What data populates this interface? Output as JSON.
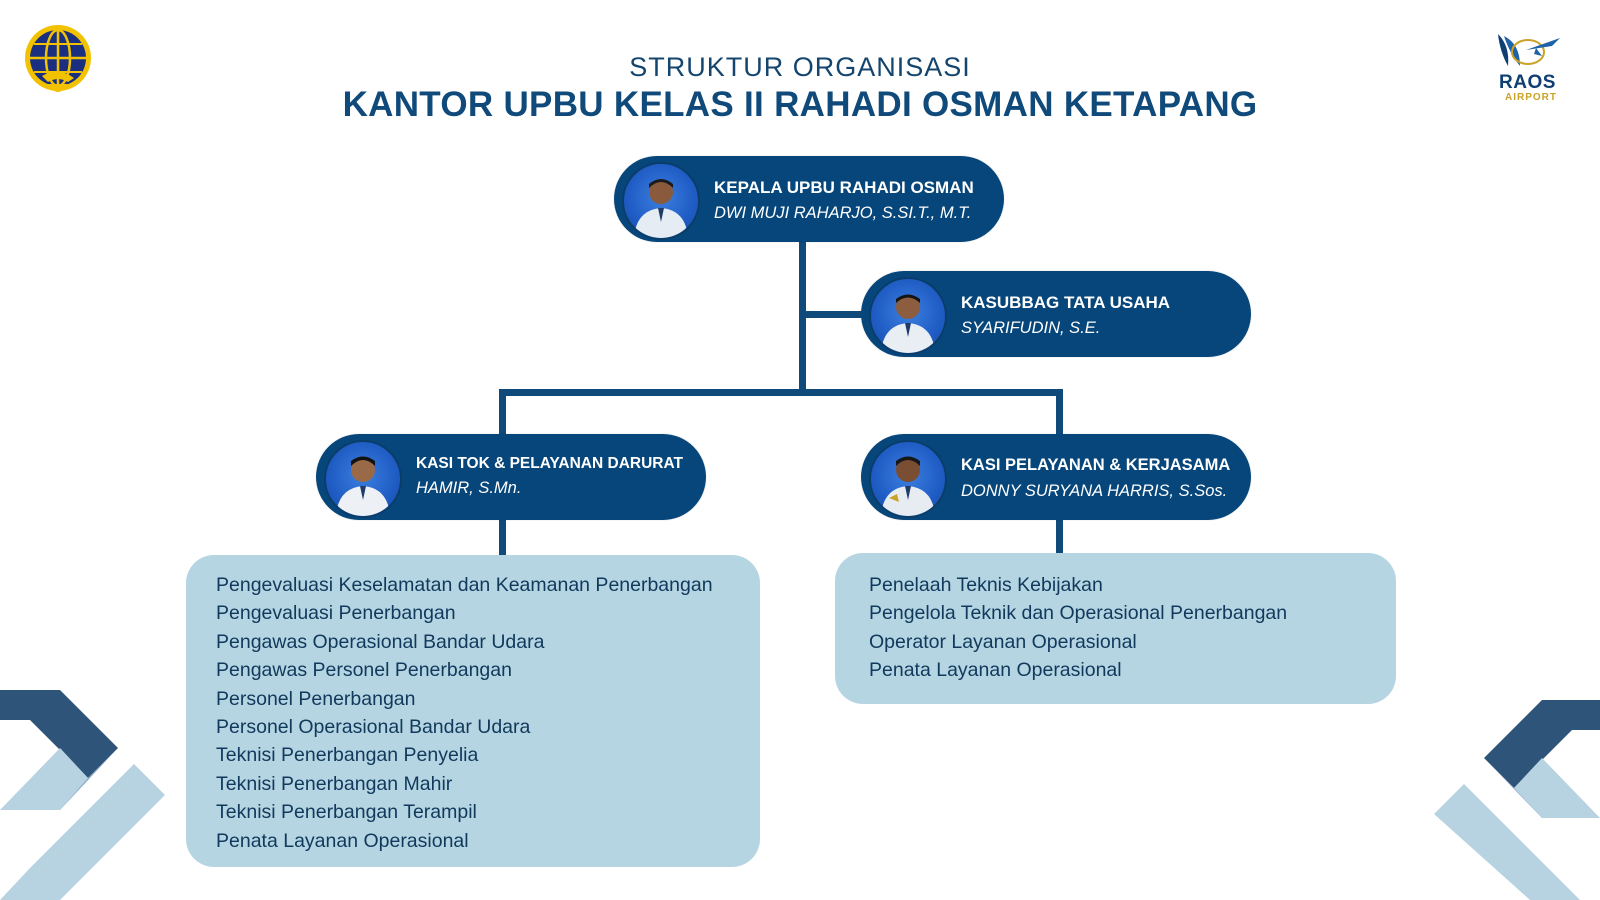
{
  "header": {
    "subtitle": "STRUKTUR ORGANISASI",
    "title": "KANTOR UPBU KELAS II RAHADI OSMAN KETAPANG"
  },
  "logos": {
    "left": {
      "icon": "ministry-emblem-icon"
    },
    "right": {
      "icon": "raos-airport-logo-icon",
      "word": "RAOS",
      "sub": "AIRPORT"
    }
  },
  "nodes": {
    "head": {
      "role": "KEPALA UPBU RAHADI OSMAN",
      "name": "DWI MUJI RAHARJO, S.SI.T., M.T."
    },
    "admin": {
      "role": "KASUBBAG TATA USAHA",
      "name": "SYARIFUDIN, S.E."
    },
    "tok": {
      "role": "KASI TOK & PELAYANAN DARURAT",
      "name": "HAMIR, S.Mn."
    },
    "service": {
      "role": "KASI PELAYANAN & KERJASAMA",
      "name": "DONNY SURYANA HARRIS, S.Sos."
    }
  },
  "lists": {
    "tok": [
      "Pengevaluasi Keselamatan dan Keamanan Penerbangan",
      "Pengevaluasi Penerbangan",
      "Pengawas Operasional Bandar Udara",
      "Pengawas Personel Penerbangan",
      "Personel Penerbangan",
      "Personel Operasional Bandar Udara",
      "Teknisi Penerbangan Penyelia",
      "Teknisi Penerbangan Mahir",
      "Teknisi Penerbangan Terampil",
      "Penata Layanan Operasional"
    ],
    "service": [
      "Penelaah Teknis Kebijakan",
      "Pengelola Teknik dan Operasional Penerbangan",
      "Operator Layanan Operasional",
      "Penata Layanan Operasional"
    ]
  },
  "colors": {
    "navy": "#07467a",
    "list_bg": "#b6d5e2",
    "title": "#0f4a7a"
  }
}
